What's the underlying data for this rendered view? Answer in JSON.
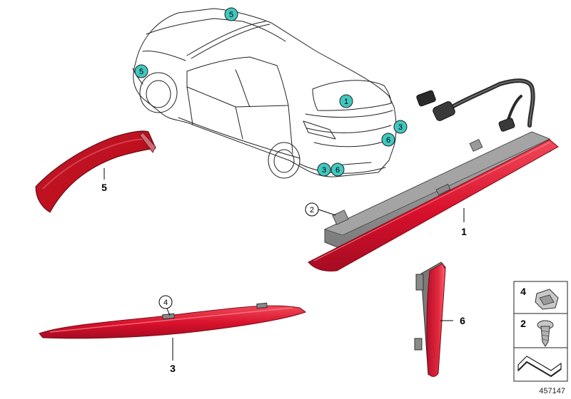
{
  "diagram": {
    "document_number": "457147",
    "car_markers": [
      {
        "label": "5",
        "location": "roof-rear"
      },
      {
        "label": "5",
        "location": "front-wheel-arch"
      },
      {
        "label": "1",
        "location": "rear-window"
      },
      {
        "label": "3",
        "location": "rear-bumper-right-upper"
      },
      {
        "label": "6",
        "location": "rear-bumper-right"
      },
      {
        "label": "3",
        "location": "rear-bumper-left"
      },
      {
        "label": "6",
        "location": "rear-bumper-left"
      }
    ],
    "part_labels": [
      {
        "number": "1",
        "part": "third brake light"
      },
      {
        "number": "2",
        "part": "screw"
      },
      {
        "number": "3",
        "part": "rear bumper reflector"
      },
      {
        "number": "4",
        "part": "clip nut"
      },
      {
        "number": "5",
        "part": "side reflector"
      },
      {
        "number": "6",
        "part": "lateral reflector"
      }
    ],
    "legend_items": [
      {
        "number": "4",
        "icon": "clip-nut-icon"
      },
      {
        "number": "2",
        "icon": "screw-icon"
      },
      {
        "number": "",
        "icon": "gasket-strip-icon"
      }
    ],
    "colors": {
      "marker_fill": "#40c8c0",
      "reflector_red": "#d8102c",
      "reflector_dark": "#8c0a1a",
      "housing_gray": "#8a8a8a"
    }
  }
}
